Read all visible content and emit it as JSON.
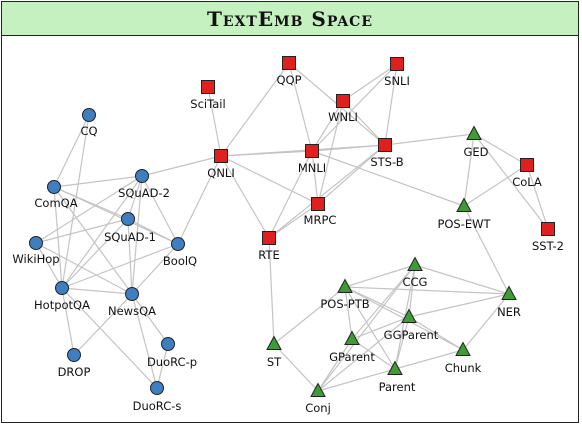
{
  "title": "TextEmb Space",
  "colors": {
    "circle": "#3d7fc1",
    "square": "#e0201f",
    "triangle": "#3f9b35",
    "edge": "#c4c4c4",
    "title_bg": "#c5f0c0"
  },
  "nodes": [
    {
      "id": "CQ",
      "label": "CQ",
      "shape": "circle"
    },
    {
      "id": "ComQA",
      "label": "ComQA",
      "shape": "circle"
    },
    {
      "id": "SQuAD-2",
      "label": "SQuAD-2",
      "shape": "circle"
    },
    {
      "id": "SQuAD-1",
      "label": "SQuAD-1",
      "shape": "circle"
    },
    {
      "id": "BoolQ",
      "label": "BoolQ",
      "shape": "circle"
    },
    {
      "id": "WikiHop",
      "label": "WikiHop",
      "shape": "circle"
    },
    {
      "id": "HotpotQA",
      "label": "HotpotQA",
      "shape": "circle"
    },
    {
      "id": "NewsQA",
      "label": "NewsQA",
      "shape": "circle"
    },
    {
      "id": "DROP",
      "label": "DROP",
      "shape": "circle"
    },
    {
      "id": "DuoRC-p",
      "label": "DuoRC-p",
      "shape": "circle"
    },
    {
      "id": "DuoRC-s",
      "label": "DuoRC-s",
      "shape": "circle"
    },
    {
      "id": "SciTail",
      "label": "SciTail",
      "shape": "square"
    },
    {
      "id": "QQP",
      "label": "QQP",
      "shape": "square"
    },
    {
      "id": "SNLI",
      "label": "SNLI",
      "shape": "square"
    },
    {
      "id": "WNLI",
      "label": "WNLI",
      "shape": "square"
    },
    {
      "id": "QNLI",
      "label": "QNLI",
      "shape": "square"
    },
    {
      "id": "MNLI",
      "label": "MNLI",
      "shape": "square"
    },
    {
      "id": "STS-B",
      "label": "STS-B",
      "shape": "square"
    },
    {
      "id": "MRPC",
      "label": "MRPC",
      "shape": "square"
    },
    {
      "id": "RTE",
      "label": "RTE",
      "shape": "square"
    },
    {
      "id": "CoLA",
      "label": "CoLA",
      "shape": "square"
    },
    {
      "id": "SST-2",
      "label": "SST-2",
      "shape": "square"
    },
    {
      "id": "GED",
      "label": "GED",
      "shape": "triangle"
    },
    {
      "id": "POS-EWT",
      "label": "POS-EWT",
      "shape": "triangle"
    },
    {
      "id": "NER",
      "label": "NER",
      "shape": "triangle"
    },
    {
      "id": "CCG",
      "label": "CCG",
      "shape": "triangle"
    },
    {
      "id": "POS-PTB",
      "label": "POS-PTB",
      "shape": "triangle"
    },
    {
      "id": "GGParent",
      "label": "GGParent",
      "shape": "triangle"
    },
    {
      "id": "GParent",
      "label": "GParent",
      "shape": "triangle"
    },
    {
      "id": "Chunk",
      "label": "Chunk",
      "shape": "triangle"
    },
    {
      "id": "Parent",
      "label": "Parent",
      "shape": "triangle"
    },
    {
      "id": "ST",
      "label": "ST",
      "shape": "triangle"
    },
    {
      "id": "Conj",
      "label": "Conj",
      "shape": "triangle"
    }
  ],
  "edges": [
    [
      "CQ",
      "ComQA"
    ],
    [
      "CQ",
      "HotpotQA"
    ],
    [
      "ComQA",
      "SQuAD-2"
    ],
    [
      "ComQA",
      "SQuAD-1"
    ],
    [
      "ComQA",
      "HotpotQA"
    ],
    [
      "ComQA",
      "NewsQA"
    ],
    [
      "ComQA",
      "BoolQ"
    ],
    [
      "SQuAD-2",
      "SQuAD-1"
    ],
    [
      "SQuAD-2",
      "BoolQ"
    ],
    [
      "SQuAD-2",
      "NewsQA"
    ],
    [
      "SQuAD-2",
      "HotpotQA"
    ],
    [
      "SQuAD-2",
      "WikiHop"
    ],
    [
      "SQuAD-2",
      "QNLI"
    ],
    [
      "SQuAD-1",
      "BoolQ"
    ],
    [
      "SQuAD-1",
      "NewsQA"
    ],
    [
      "SQuAD-1",
      "HotpotQA"
    ],
    [
      "SQuAD-1",
      "WikiHop"
    ],
    [
      "BoolQ",
      "NewsQA"
    ],
    [
      "BoolQ",
      "QNLI"
    ],
    [
      "BoolQ",
      "HotpotQA"
    ],
    [
      "WikiHop",
      "HotpotQA"
    ],
    [
      "WikiHop",
      "NewsQA"
    ],
    [
      "HotpotQA",
      "NewsQA"
    ],
    [
      "HotpotQA",
      "DROP"
    ],
    [
      "HotpotQA",
      "DuoRC-s"
    ],
    [
      "NewsQA",
      "DuoRC-p"
    ],
    [
      "NewsQA",
      "DuoRC-s"
    ],
    [
      "NewsQA",
      "DROP"
    ],
    [
      "DuoRC-p",
      "DuoRC-s"
    ],
    [
      "SciTail",
      "QNLI"
    ],
    [
      "QQP",
      "QNLI"
    ],
    [
      "QQP",
      "MNLI"
    ],
    [
      "QQP",
      "STS-B"
    ],
    [
      "SNLI",
      "WNLI"
    ],
    [
      "SNLI",
      "STS-B"
    ],
    [
      "SNLI",
      "MNLI"
    ],
    [
      "WNLI",
      "MNLI"
    ],
    [
      "WNLI",
      "STS-B"
    ],
    [
      "WNLI",
      "MRPC"
    ],
    [
      "QNLI",
      "MNLI"
    ],
    [
      "QNLI",
      "RTE"
    ],
    [
      "QNLI",
      "MRPC"
    ],
    [
      "QNLI",
      "STS-B"
    ],
    [
      "MNLI",
      "STS-B"
    ],
    [
      "MNLI",
      "MRPC"
    ],
    [
      "MNLI",
      "RTE"
    ],
    [
      "MNLI",
      "POS-EWT"
    ],
    [
      "STS-B",
      "MRPC"
    ],
    [
      "STS-B",
      "RTE"
    ],
    [
      "STS-B",
      "GED"
    ],
    [
      "MRPC",
      "RTE"
    ],
    [
      "RTE",
      "ST"
    ],
    [
      "GED",
      "POS-EWT"
    ],
    [
      "GED",
      "CoLA"
    ],
    [
      "GED",
      "SST-2"
    ],
    [
      "CoLA",
      "SST-2"
    ],
    [
      "CoLA",
      "POS-EWT"
    ],
    [
      "POS-EWT",
      "NER"
    ],
    [
      "NER",
      "CCG"
    ],
    [
      "NER",
      "GGParent"
    ],
    [
      "NER",
      "Chunk"
    ],
    [
      "NER",
      "POS-PTB"
    ],
    [
      "CCG",
      "GParent"
    ],
    [
      "CCG",
      "Parent"
    ],
    [
      "CCG",
      "GGParent"
    ],
    [
      "CCG",
      "Conj"
    ],
    [
      "CCG",
      "POS-PTB"
    ],
    [
      "POS-PTB",
      "ST"
    ],
    [
      "POS-PTB",
      "GParent"
    ],
    [
      "POS-PTB",
      "GGParent"
    ],
    [
      "POS-PTB",
      "Parent"
    ],
    [
      "POS-PTB",
      "Chunk"
    ],
    [
      "GGParent",
      "GParent"
    ],
    [
      "GGParent",
      "Parent"
    ],
    [
      "GGParent",
      "Chunk"
    ],
    [
      "GGParent",
      "Conj"
    ],
    [
      "GParent",
      "Parent"
    ],
    [
      "GParent",
      "Conj"
    ],
    [
      "Parent",
      "Conj"
    ],
    [
      "Parent",
      "Chunk"
    ],
    [
      "ST",
      "Conj"
    ]
  ]
}
